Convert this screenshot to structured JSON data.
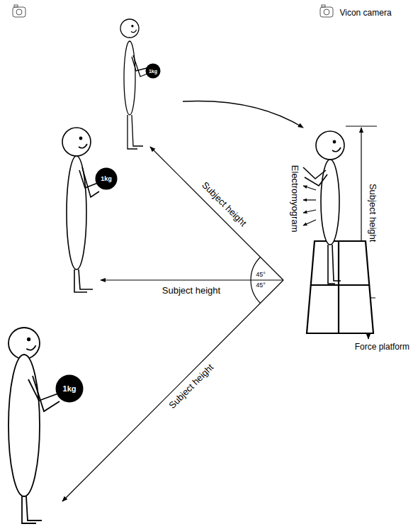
{
  "diagram": {
    "nodes": [
      {
        "text": [
          "1kg"
        ]
      },
      {
        "text": [
          "1kg"
        ]
      },
      {
        "text": [
          "1kg"
        ]
      }
    ],
    "labels": [
      "Vicon camera",
      "Subject height",
      "45°",
      "45°",
      "Subject height",
      "Electromyogram",
      "Subject height",
      "Force platform",
      "Subject height"
    ]
  }
}
